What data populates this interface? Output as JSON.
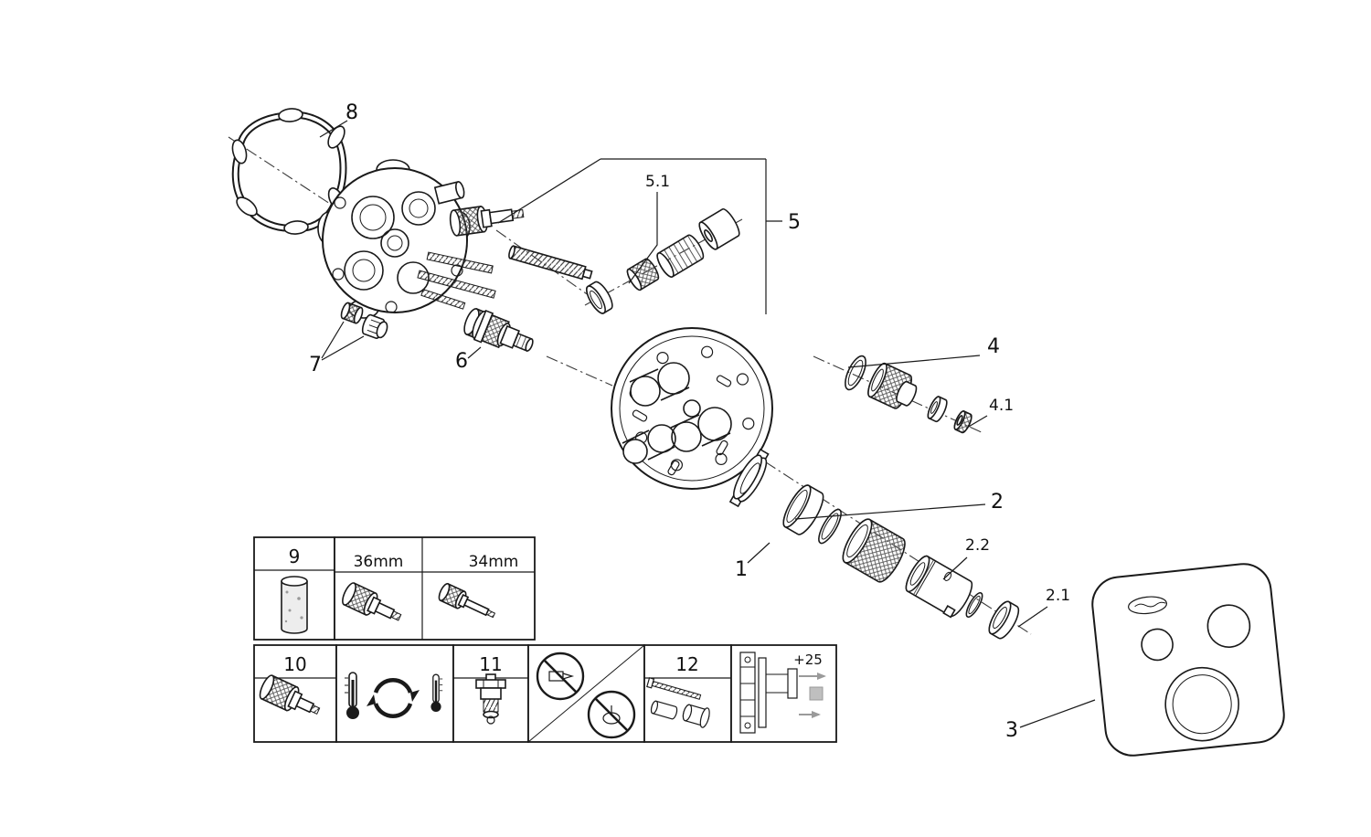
{
  "page": {
    "background": "#ffffff",
    "line_color": "#1a1a1a",
    "dim_gray": "#9a9a9a"
  },
  "callouts": {
    "n1": "1",
    "n2": "2",
    "n2_1": "2.1",
    "n2_2": "2.2",
    "n3": "3",
    "n4": "4",
    "n4_1": "4.1",
    "n5": "5",
    "n5_1": "5.1",
    "n6": "6",
    "n7": "7",
    "n8": "8"
  },
  "legend": {
    "n9": "9",
    "n10": "10",
    "n11": "11",
    "n12": "12",
    "cartridge_size_large": "36mm",
    "cartridge_size_small": "34mm",
    "extension_depth": "+25"
  }
}
